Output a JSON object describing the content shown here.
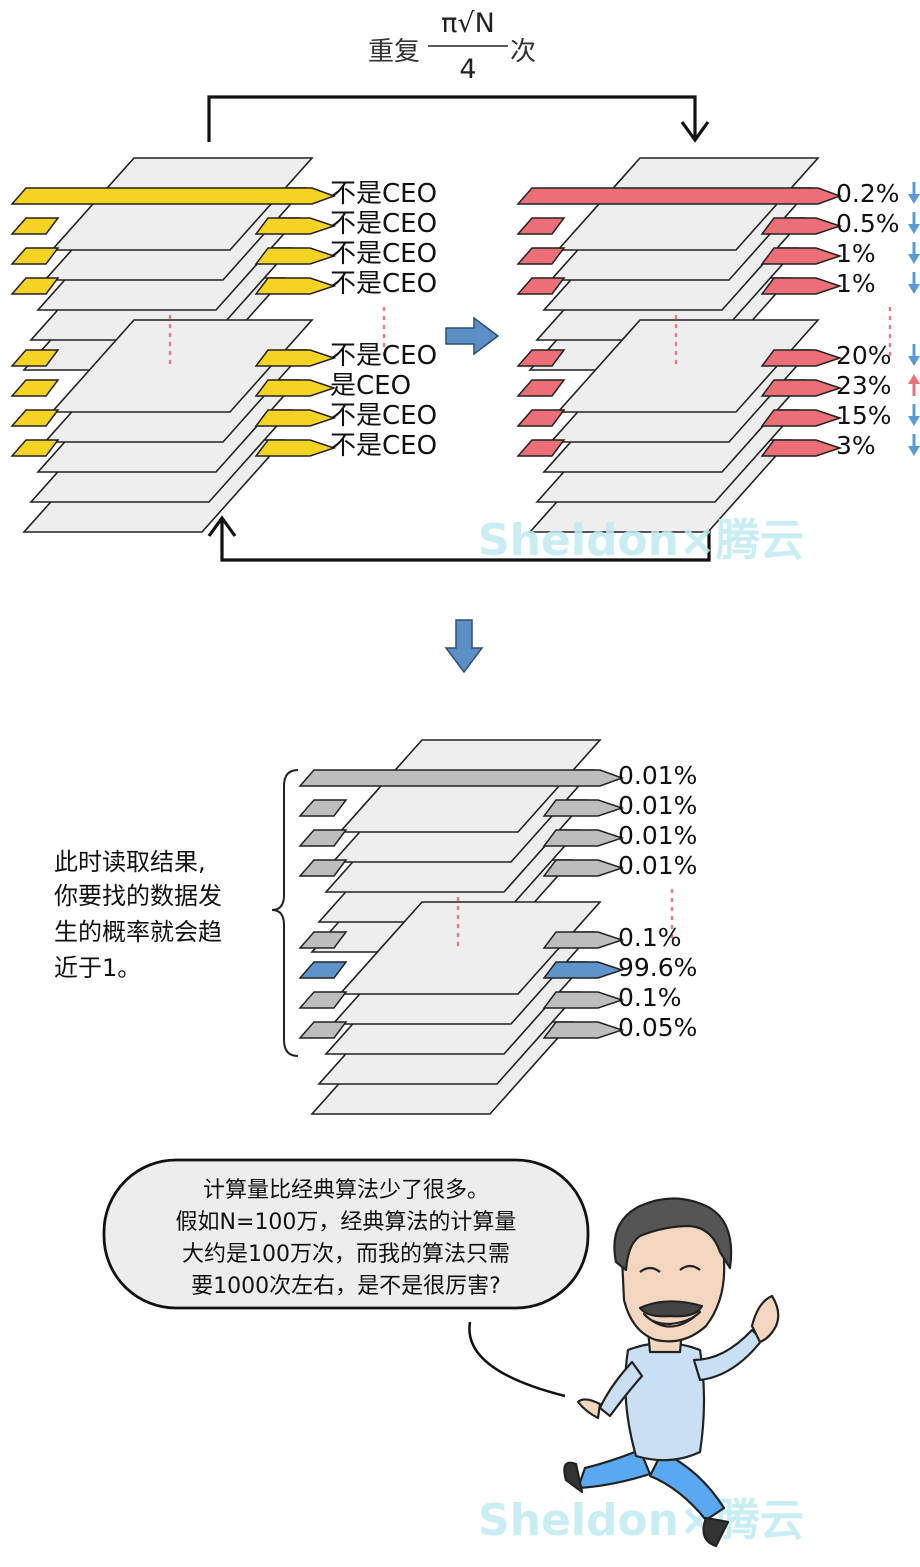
{
  "title": {
    "prefix": "重复",
    "numerator": "π√N",
    "denominator": "4",
    "suffix": "次"
  },
  "left_stack_labels": [
    "不是CEO",
    "不是CEO",
    "不是CEO",
    "不是CEO",
    "不是CEO",
    "是CEO",
    "不是CEO",
    "不是CEO"
  ],
  "right_stack": [
    {
      "value": "0.2%",
      "trend": "down"
    },
    {
      "value": "0.5%",
      "trend": "down"
    },
    {
      "value": "1%",
      "trend": "down"
    },
    {
      "value": "1%",
      "trend": "down"
    },
    {
      "value": "20%",
      "trend": "down"
    },
    {
      "value": "23%",
      "trend": "up"
    },
    {
      "value": "15%",
      "trend": "down"
    },
    {
      "value": "3%",
      "trend": "down"
    }
  ],
  "bottom_stack": [
    {
      "value": "0.01%",
      "highlight": false
    },
    {
      "value": "0.01%",
      "highlight": false
    },
    {
      "value": "0.01%",
      "highlight": false
    },
    {
      "value": "0.01%",
      "highlight": false
    },
    {
      "value": "0.1%",
      "highlight": false
    },
    {
      "value": "99.6%",
      "highlight": true
    },
    {
      "value": "0.1%",
      "highlight": false
    },
    {
      "value": "0.05%",
      "highlight": false
    }
  ],
  "side_note_lines": [
    "此时读取结果,",
    "你要找的数据发",
    "生的概率就会趋",
    "近于1。"
  ],
  "speech_lines": [
    "计算量比经典算法少了很多。",
    "假如N=100万，经典算法的计算量",
    "大约是100万次，而我的算法只需",
    "要1000次左右，是不是很厉害?"
  ],
  "watermark": "Sheldon×腾云",
  "colors": {
    "yellow_tab": "#f5d323",
    "red_tab": "#ec6e76",
    "gray_tab": "#bdbdbd",
    "blue_tab": "#5d94c9",
    "arrow_blue": "#5b8fc6",
    "down_arrow": "#5b9bd5",
    "up_arrow": "#e8737c",
    "sheet": "#eeeeee",
    "dots": "#e87b84"
  }
}
